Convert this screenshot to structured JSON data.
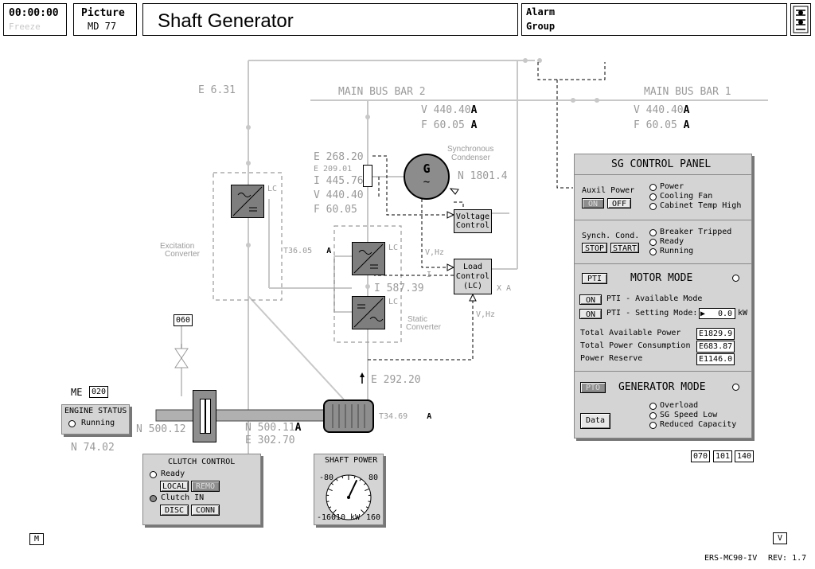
{
  "header": {
    "time": "00:00:00",
    "freeze": "Freeze",
    "picture_label": "Picture",
    "picture_id": "MD 77",
    "title": "Shaft Generator",
    "alarm_label": "Alarm",
    "group_label": "Group"
  },
  "bus": {
    "bus2_label": "MAIN BUS BAR 2",
    "bus1_label": "MAIN BUS BAR 1",
    "bus2_v_prefix": "V 440.40",
    "bus2_v_flag": "A",
    "bus2_f_prefix": "F 60.05",
    "bus2_f_flag": "A",
    "bus1_v_prefix": "V 440.40",
    "bus1_v_flag": "A",
    "bus1_f_prefix": "F 60.05",
    "bus1_f_flag": "A",
    "e631": "E 6.31"
  },
  "generator": {
    "e1": "E 268.20",
    "e2": "E 209.01",
    "i": "I 445.76",
    "v": "V 440.40",
    "f": "F 60.05",
    "symbol": "G",
    "sync_cond_1": "Synchronous",
    "sync_cond_2": "Condenser",
    "n": "N 1801.4"
  },
  "controls": {
    "voltage_1": "Voltage",
    "voltage_2": "Control",
    "load_1": "Load",
    "load_2": "Control",
    "load_3": "(LC)",
    "vhz_1": "V,Hz",
    "vhz_2": "V,Hz",
    "i_label": "I",
    "x_flag": "X A"
  },
  "converters": {
    "excitation_1": "Excitation",
    "excitation_2": "Converter",
    "lc1": "LC",
    "lc2": "LC",
    "lc3": "LC",
    "t36": "T36.05",
    "t36_flag": "A",
    "i587": "I 587.39",
    "static_1": "Static",
    "static_2": "Converter"
  },
  "shaft": {
    "e292": "E 292.20",
    "n500a": "N 500.12",
    "n500b": "N 500.11",
    "n500b_flag": "A",
    "e302": "E 302.70",
    "t34": "T34.69",
    "t34_flag": "A",
    "me_label": "ME",
    "me_tag": "020",
    "valve_tag": "060",
    "n74": "N 74.02"
  },
  "engine_status": {
    "title": "ENGINE STATUS",
    "running": "Running"
  },
  "clutch": {
    "title": "CLUTCH CONTROL",
    "ready": "Ready",
    "local": "LOCAL",
    "remo": "REMO",
    "clutch_in": "Clutch IN",
    "disc": "DISC",
    "conn": "CONN"
  },
  "shaft_power": {
    "title": "SHAFT POWER",
    "neg80": "-80",
    "pos80": "80",
    "neg160": "-160",
    "unit": "10 kW",
    "pos160": "160",
    "needle_value": 30,
    "gauge_min": -160,
    "gauge_max": 160
  },
  "sg_panel": {
    "title": "SG CONTROL PANEL",
    "auxil_power": "Auxil Power",
    "on": "ON",
    "off": "OFF",
    "power": "Power",
    "cooling_fan": "Cooling Fan",
    "cabinet_temp": "Cabinet Temp High",
    "synch_cond": "Synch. Cond.",
    "stop": "STOP",
    "start": "START",
    "breaker_tripped": "Breaker Tripped",
    "ready": "Ready",
    "running": "Running",
    "pti": "PTI",
    "motor_mode": "MOTOR MODE",
    "pti_on1": "ON",
    "pti_available": "PTI - Available Mode",
    "pti_on2": "ON",
    "pti_setting": "PTI - Setting Mode:",
    "pti_setting_value": "0.0",
    "pti_setting_unit": "kW",
    "total_available": "Total Available Power",
    "total_available_value": "E1829.9",
    "total_consumption": "Total Power Consumption",
    "total_consumption_value": "E683.87",
    "power_reserve": "Power Reserve",
    "power_reserve_value": "E1146.0",
    "pto": "PTO",
    "generator_mode": "GENERATOR MODE",
    "data_btn": "Data",
    "overload": "Overload",
    "sg_speed_low": "SG Speed Low",
    "reduced_capacity": "Reduced Capacity"
  },
  "nav_tags": {
    "t070": "070",
    "t101": "101",
    "t140": "140",
    "m": "M",
    "v": "V"
  },
  "footer": {
    "system": "ERS-MC90-IV",
    "rev": "REV: 1.7"
  }
}
